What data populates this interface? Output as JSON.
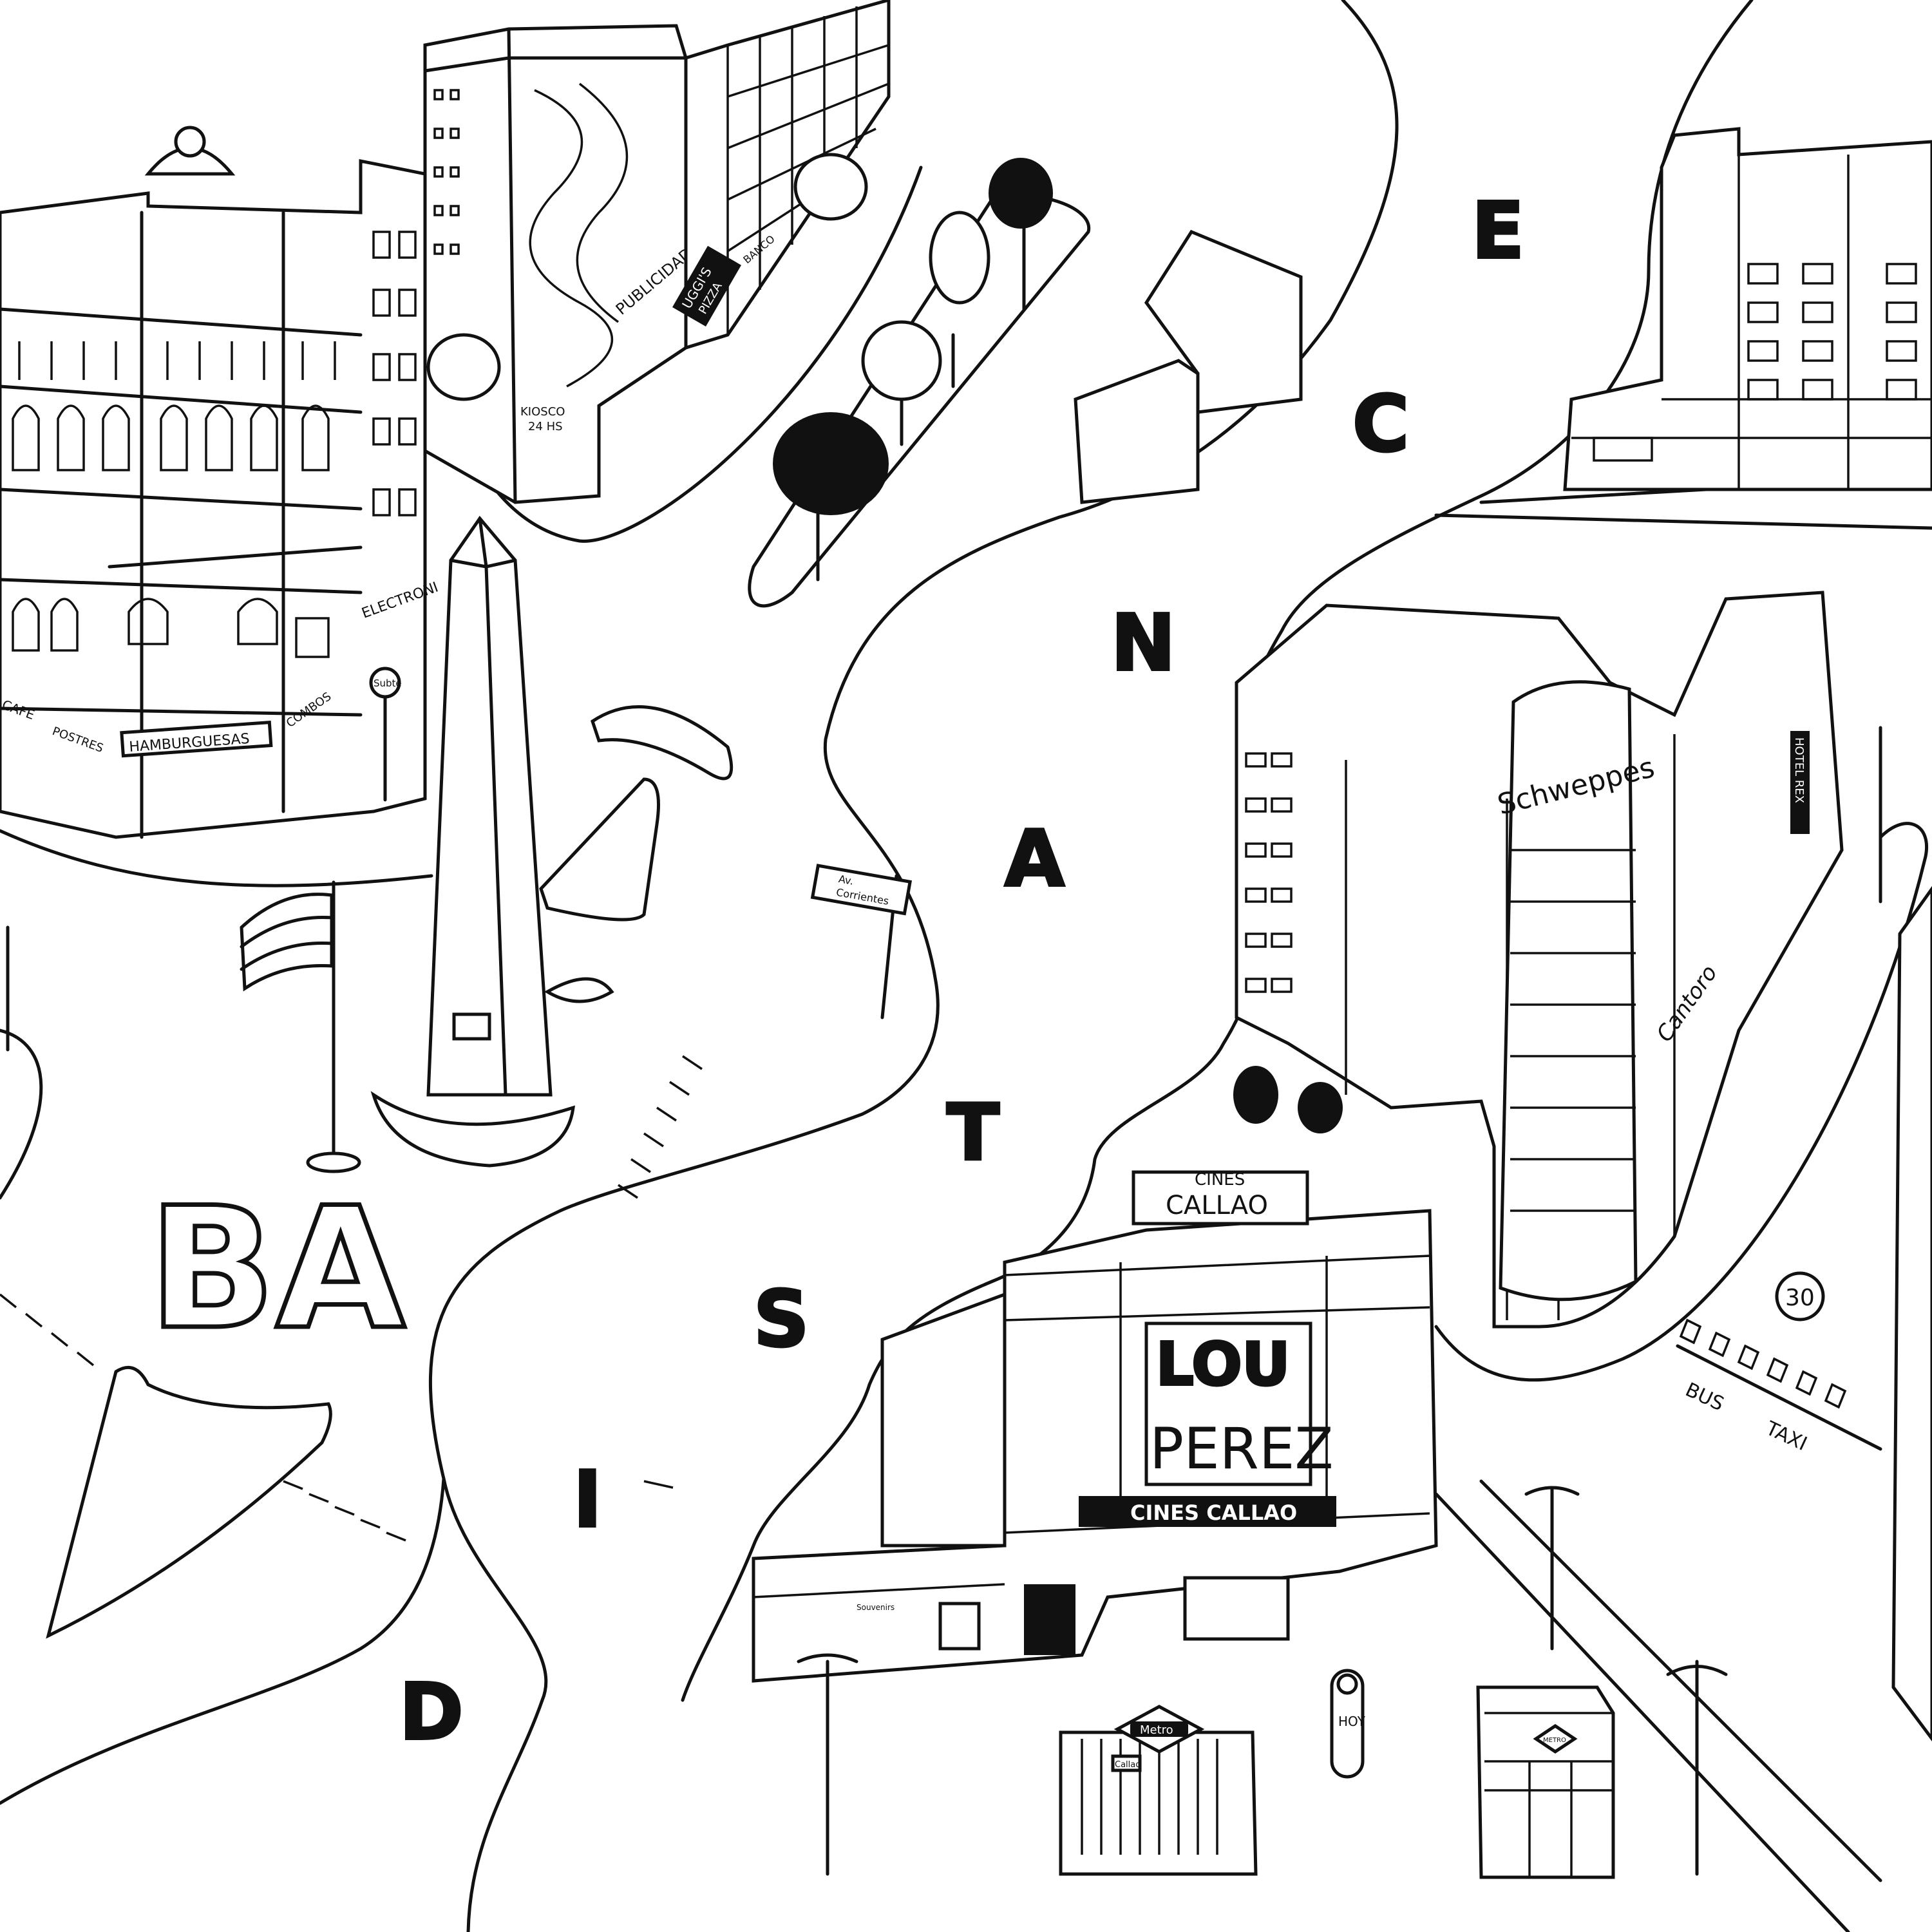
{
  "title_letters": [
    "D",
    "I",
    "S",
    "T",
    "A",
    "N",
    "C",
    "E"
  ],
  "ba_letters": "BA",
  "colors": {
    "ink": "#111111",
    "paper": "#ffffff"
  },
  "buenos_aires": {
    "shops": [
      "CAFE",
      "POSTRES",
      "HAMBURGUESAS",
      "COMBOS",
      "ELECTRONI"
    ],
    "subte_sign": "Subte",
    "kiosco": [
      "KIOSCO",
      "24 HS"
    ],
    "billboard": "PUBLICIDAD",
    "pizza_sign": [
      "UGGI'S",
      "PIZZA"
    ],
    "bank_sign": "BANCO",
    "street_sign": [
      "Av.",
      "Corrientes"
    ]
  },
  "madrid": {
    "cinema_top": [
      "CINES",
      "CALLAO"
    ],
    "marquee": [
      "LOU",
      "PEREZ"
    ],
    "cinema_banner": "CINES CALLAO",
    "schweppes": "Schweppes",
    "hotel": "HOTEL REX",
    "cantoro": "Cantoro",
    "metro_sign": "Metro",
    "metro_station": "Callao",
    "metro_kiosk": "METRO",
    "kiosk_poster": "HOY",
    "speed_limit": "30",
    "lane_labels": [
      "BUS",
      "TAXI"
    ],
    "souvenirs": "Souvenirs"
  }
}
